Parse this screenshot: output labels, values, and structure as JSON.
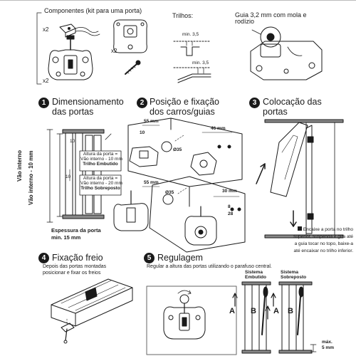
{
  "header": {
    "components_title": "Componentes (kit para uma porta)",
    "qty_hangers": "x2",
    "qty_plate": "x2",
    "qty_carriage": "x2"
  },
  "rails": {
    "title": "Trilhos:",
    "min_top": "min. 3,5",
    "min_bottom": "min. 3,5"
  },
  "guide": {
    "label": "Guia 3,2 mm com mola e rodízio"
  },
  "steps": [
    {
      "number": "1",
      "title_line1": "Dimensionamento",
      "title_line2": "das portas"
    },
    {
      "number": "2",
      "title_line1": "Posição e fixação",
      "title_line2": "dos carros/guias"
    },
    {
      "number": "3",
      "title_line1": "Colocação das",
      "title_line2": "portas"
    },
    {
      "number": "4",
      "title_line1": "Fixação freio"
    },
    {
      "number": "5",
      "title_line1": "Regulagem"
    }
  ],
  "step1": {
    "vao_interno": "Vão interno",
    "vao_interno_minus": "Vão interno - 10 mm",
    "dim_10_top": "10",
    "dim_10_bottom": "10",
    "box1_line1": "Altura da porta =",
    "box1_line2": "Vão interno - 10 mm",
    "box1_line3": "Trilho Embutido",
    "box2_line1": "Altura da porta =",
    "box2_line2": "Vão interno - 20 mm",
    "box2_line3": "Trilho Sobreposto",
    "thickness_line1": "Espessura da porta",
    "thickness_line2": "min. 15 mm"
  },
  "step2": {
    "dim_55_top": "55 mm",
    "dim_46": "46 mm",
    "dim_10": "10",
    "dim_35_top": "Ø35",
    "dim_55_bottom": "55 mm",
    "dim_35_bottom": "Ø35",
    "dim_30": "30 mm",
    "dim_8": "8",
    "dim_28": "28"
  },
  "step3": {
    "note_line1": "Encaixe a porta no trilho",
    "note_line2": "superior, suspenda e gira até",
    "note_line3": "a guia tocar no topo, baixe-a",
    "note_line4": "até encaixar no trilho inferior."
  },
  "step4": {
    "desc_line1": "Depois das portas montadas",
    "desc_line2": "posicionar e fixar os freios"
  },
  "step5": {
    "desc": "Regular a altura das portas utilizando o parafuso central.",
    "sys1_line1": "Sistema",
    "sys1_line2": "Embutido",
    "sys2_line1": "Sistema",
    "sys2_line2": "Sobreposto",
    "label_a1": "A",
    "label_b1": "B",
    "label_a2": "A",
    "label_b2": "B",
    "max_line1": "máx.",
    "max_line2": "5 mm"
  }
}
